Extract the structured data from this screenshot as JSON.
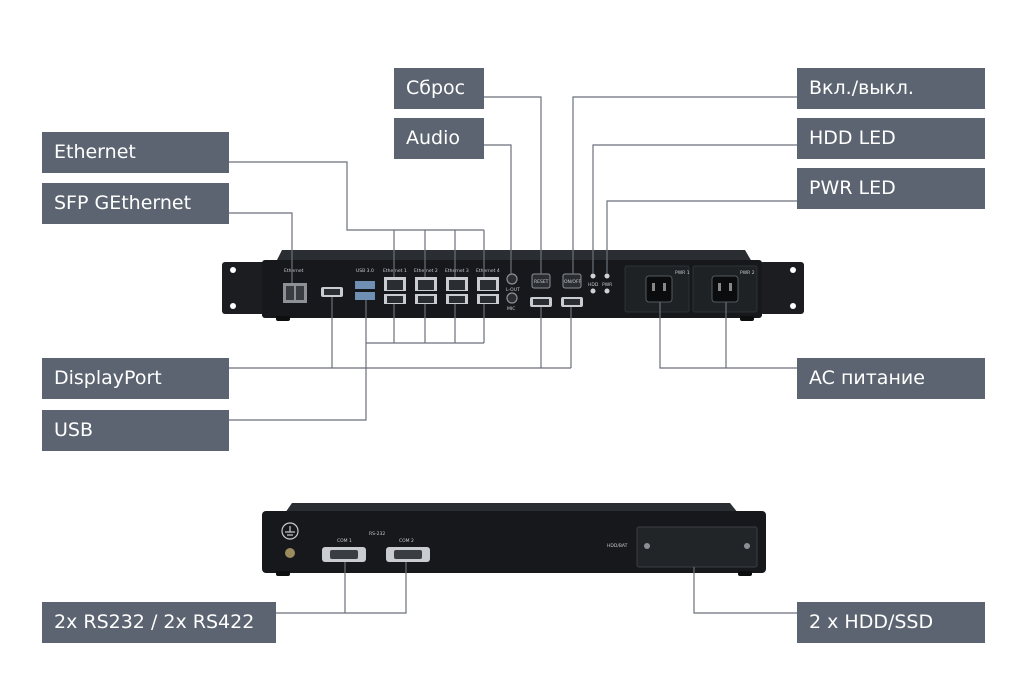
{
  "callouts": {
    "reset": "Сброс",
    "audio": "Audio",
    "power_switch": "Вкл./выкл.",
    "hdd_led": "HDD LED",
    "pwr_led": "PWR LED",
    "ethernet": "Ethernet",
    "sfp": "SFP GEthernet",
    "displayport": "DisplayPort",
    "usb": "USB",
    "ac_power": "AC питание",
    "serial": "2x RS232 / 2x RS422",
    "drives": "2 x HDD/SSD"
  },
  "front_panel": {
    "ethernet_label": "Ethernet",
    "usb_label": "USB 3.0",
    "eth_ports": [
      "Ethernet 1",
      "Ethernet 2",
      "Ethernet 3",
      "Ethernet 4"
    ],
    "line_out": "L-OUT",
    "mic": "MIC",
    "reset_btn": "RESET",
    "power_btn": "ON/OFF",
    "hdd": "HDD",
    "pwr": "PWR",
    "psu": [
      "PWR 1",
      "PWR 2"
    ]
  },
  "rear_panel": {
    "rs232": "RS-232",
    "com": [
      "COM 1",
      "COM 2"
    ],
    "bay": "HDD/BAT"
  },
  "colors": {
    "label_bg": "#5b6470",
    "chassis": "#16181b",
    "leader": "#6b717a"
  }
}
